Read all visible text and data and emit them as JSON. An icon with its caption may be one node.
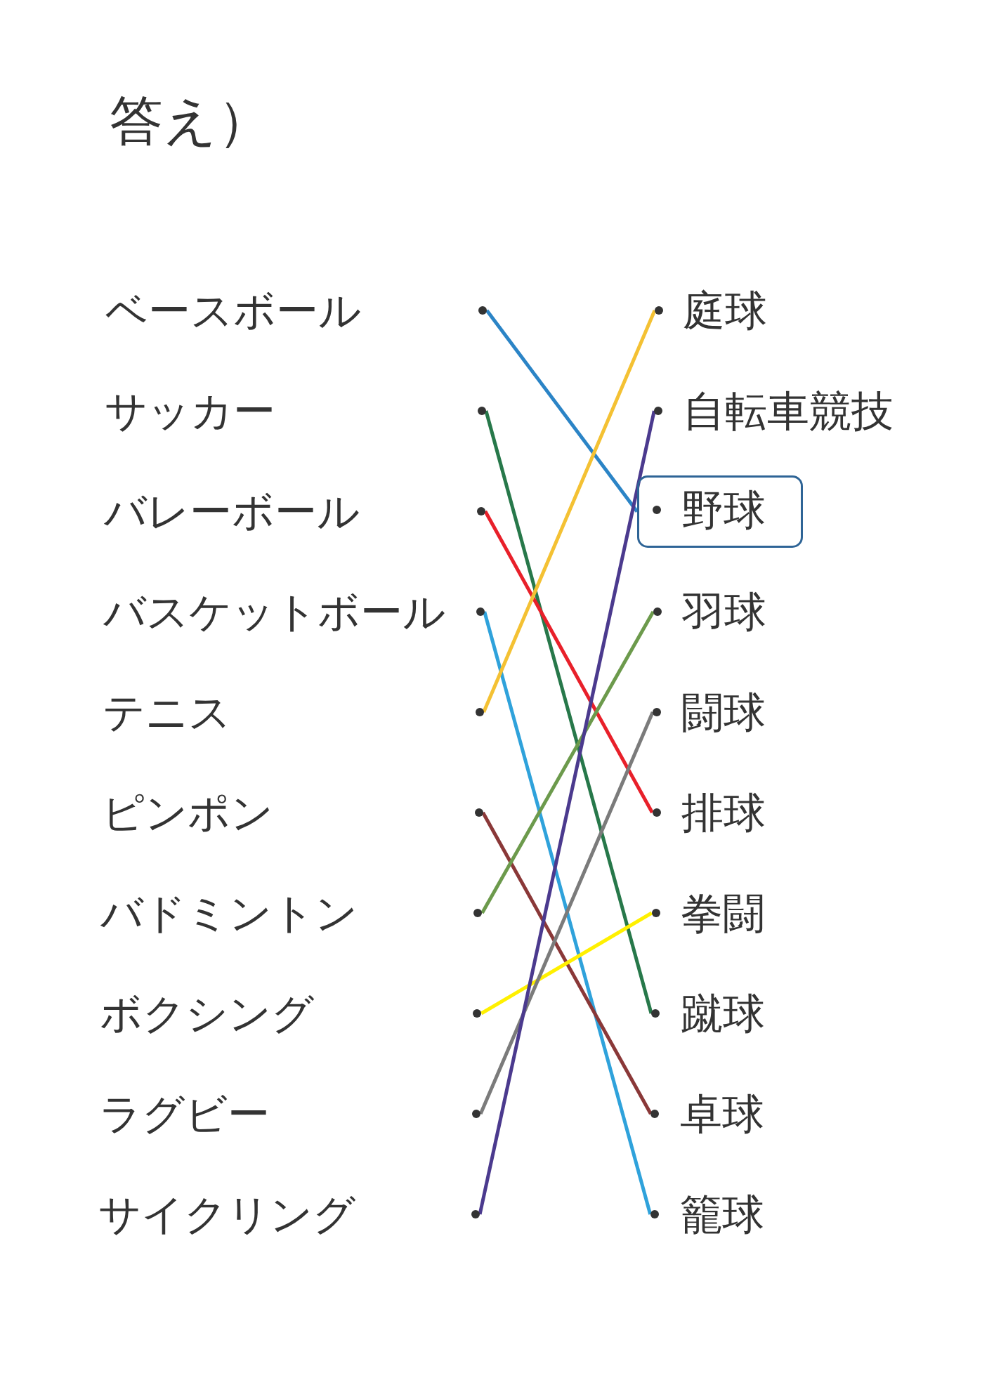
{
  "diagram": {
    "title": "答え）",
    "nodes": [
      {
        "text": [],
        "shape": "circle"
      },
      {
        "text": [],
        "shape": "circle"
      },
      {
        "text": [],
        "shape": "circle"
      },
      {
        "text": [],
        "shape": "circle"
      },
      {
        "text": [],
        "shape": "circle"
      },
      {
        "text": [],
        "shape": "circle"
      },
      {
        "text": [],
        "shape": "circle"
      },
      {
        "text": [],
        "shape": "circle"
      },
      {
        "text": [],
        "shape": "circle"
      },
      {
        "text": [],
        "shape": "circle"
      },
      {
        "text": [],
        "shape": "circle"
      },
      {
        "text": [],
        "shape": "circle"
      },
      {
        "text": [
          "野球"
        ]
      },
      {
        "text": [],
        "shape": "circle",
        "in": 12
      },
      {
        "text": [],
        "shape": "circle"
      },
      {
        "text": [],
        "shape": "circle"
      },
      {
        "text": [],
        "shape": "circle"
      },
      {
        "text": [],
        "shape": "circle"
      },
      {
        "text": [],
        "shape": "circle"
      },
      {
        "text": [],
        "shape": "circle"
      },
      {
        "text": [],
        "shape": "circle"
      }
    ],
    "edges": [
      {
        "from": 0,
        "to": 12,
        "arrow": "none",
        "color": "#2b84c6"
      },
      {
        "from": 1,
        "to": 18,
        "arrow": "none",
        "color": "#27784a"
      },
      {
        "from": 2,
        "to": 16,
        "arrow": "none",
        "color": "#e8202a"
      },
      {
        "from": 3,
        "to": 20,
        "arrow": "none",
        "color": "#2fa2db"
      },
      {
        "from": 4,
        "to": 10,
        "arrow": "none",
        "color": "#f4c133"
      },
      {
        "from": 5,
        "to": 19,
        "arrow": "none",
        "color": "#8a3838"
      },
      {
        "from": 6,
        "to": 14,
        "arrow": "none",
        "color": "#6c9a4c"
      },
      {
        "from": 7,
        "to": 17,
        "arrow": "none",
        "color": "#fff000"
      },
      {
        "from": 8,
        "to": 15,
        "arrow": "none",
        "color": "#7b7b7b"
      },
      {
        "from": 9,
        "to": 11,
        "arrow": "none",
        "color": "#4b3a8e"
      }
    ],
    "labels": [
      "ベースボール",
      "サッカー",
      "バレーボール",
      "バスケットボール",
      "テニス",
      "ピンポン",
      "バドミントン",
      "ボクシング",
      "ラグビー",
      "サイクリング",
      "庭球",
      "自転車競技",
      "羽球",
      "闘球",
      "排球",
      "拳闘",
      "蹴球",
      "卓球",
      "籠球"
    ]
  }
}
